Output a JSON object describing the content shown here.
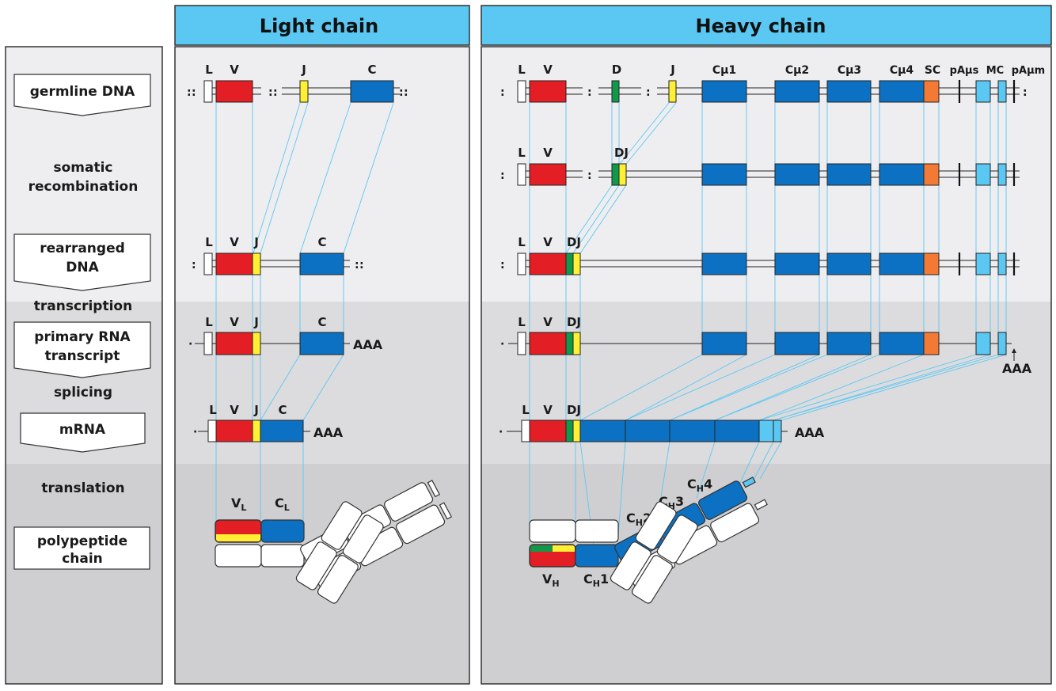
{
  "headers": {
    "light": "Light chain",
    "heavy": "Heavy chain"
  },
  "steps": {
    "germline": "germline DNA",
    "somatic": [
      "somatic",
      "recombination"
    ],
    "rearranged": [
      "rearranged",
      "DNA"
    ],
    "transcription": "transcription",
    "primary": [
      "primary RNA",
      "transcript"
    ],
    "splicing": "splicing",
    "mrna": "mRNA",
    "translation": "translation",
    "polypeptide": [
      "polypeptide",
      "chain"
    ]
  },
  "segments": {
    "L": "L",
    "V": "V",
    "D": "D",
    "J": "J",
    "C": "C",
    "DJ": "DJ",
    "cmu1": "Cμ1",
    "cmu2": "Cμ2",
    "cmu3": "Cμ3",
    "cmu4": "Cμ4",
    "sc": "SC",
    "pamus": "pAμs",
    "mc": "MC",
    "pamum": "pAμm",
    "polyA": "AAA"
  },
  "domains": {
    "vl": "V",
    "vl_sub": "L",
    "cl": "C",
    "cl_sub": "L",
    "vh": "V",
    "vh_sub": "H",
    "ch1": "C",
    "ch1_sub": "H",
    "ch1_num": "1",
    "ch2": "C",
    "ch2_sub": "H",
    "ch2_num": "2",
    "ch3": "C",
    "ch3_sub": "H",
    "ch3_num": "3",
    "ch4": "C",
    "ch4_sub": "H",
    "ch4_num": "4"
  },
  "colors": {
    "v_red": "#e31e24",
    "j_yellow": "#fff034",
    "c_blue": "#0c71c3",
    "d_green": "#0f9a4b",
    "sc_orange": "#f37a34",
    "light_blue": "#5bc7f3",
    "header_bg": "#5bc7f3",
    "panel_bg": "#eeeef0",
    "lower_bg": "#dcdcde",
    "bottom_bg": "#cfcfd1",
    "guide": "#5bc7f3"
  }
}
